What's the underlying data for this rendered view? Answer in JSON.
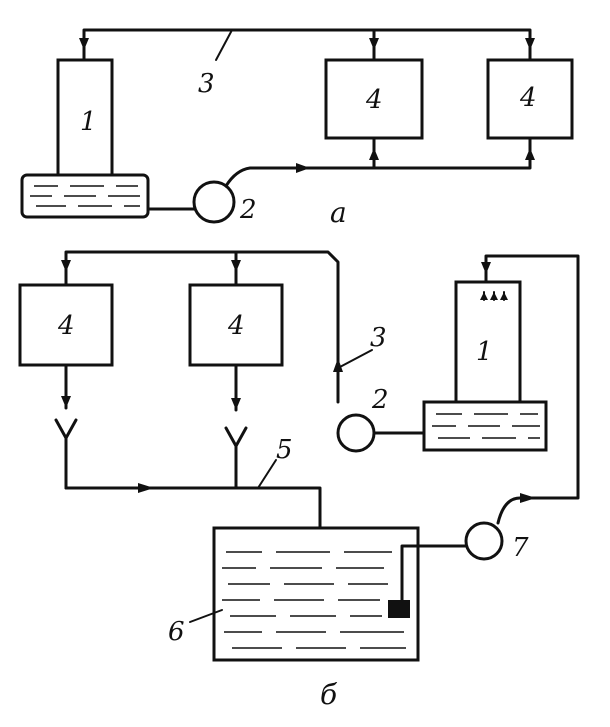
{
  "diagram_a": {
    "tank_label": "1",
    "pump_label": "2",
    "line_label": "3",
    "unit_labels": [
      "4",
      "4"
    ],
    "caption": "а"
  },
  "diagram_b": {
    "unit_labels": [
      "4",
      "4"
    ],
    "line_label": "3",
    "pump_label": "2",
    "tank_label": "1",
    "drain_label": "5",
    "reservoir_label": "6",
    "return_pump_label": "7",
    "caption": "б"
  }
}
